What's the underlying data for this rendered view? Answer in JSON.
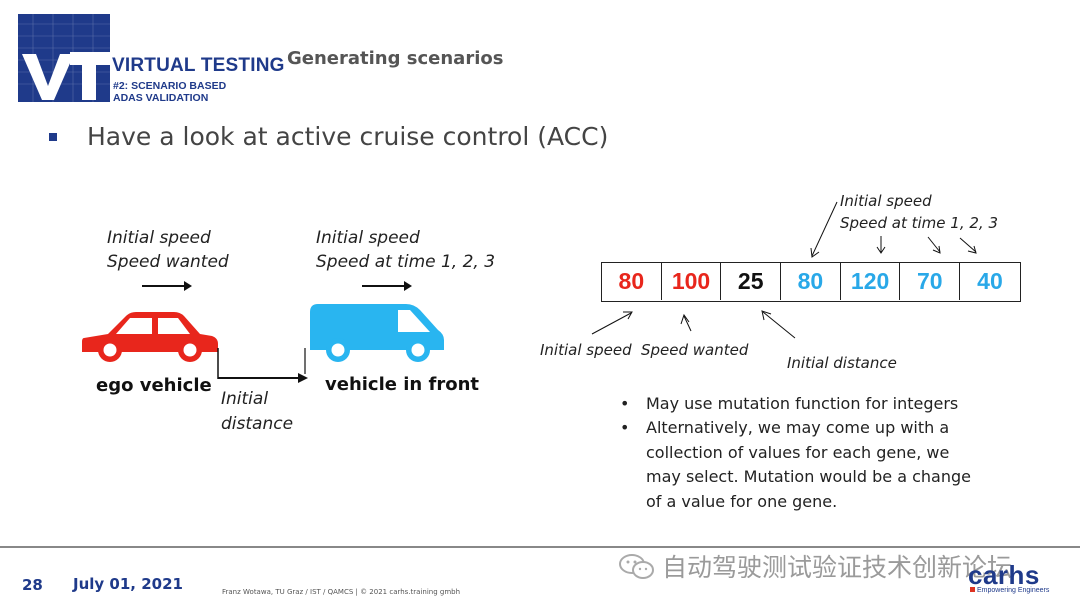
{
  "header": {
    "logo_letters": "VT",
    "brand_title": "VIRTUAL TESTING",
    "brand_sub_line1": "#2: SCENARIO BASED",
    "brand_sub_line2": "ADAS VALIDATION",
    "section_title": "Generating scenarios"
  },
  "headline": "Have a look at active cruise control (ACC)",
  "scene": {
    "ego_param_1": "Initial speed",
    "ego_param_2": "Speed wanted",
    "front_param_1": "Initial speed",
    "front_param_2": "Speed at time 1, 2, 3",
    "ego_label": "ego vehicle",
    "front_label": "vehicle in front",
    "distance_line1": "Initial",
    "distance_line2": "distance",
    "colors": {
      "ego_car": "#e8261c",
      "front_van": "#29b5f0"
    }
  },
  "genome": {
    "genes": [
      {
        "value": "80",
        "color": "#e8261c"
      },
      {
        "value": "100",
        "color": "#e8261c"
      },
      {
        "value": "25",
        "color": "#111111"
      },
      {
        "value": "80",
        "color": "#29a8e8"
      },
      {
        "value": "120",
        "color": "#29a8e8"
      },
      {
        "value": "70",
        "color": "#29a8e8"
      },
      {
        "value": "40",
        "color": "#29a8e8"
      }
    ],
    "top_label_1": "Initial speed",
    "top_label_2": "Speed at time 1, 2, 3",
    "bottom_label_1": "Initial speed",
    "bottom_label_2": "Speed wanted",
    "bottom_label_3": "Initial distance"
  },
  "notes": [
    "May use mutation function for integers",
    "Alternatively, we may come up with a collection of values for each gene, we may select. Mutation would be a change of a value for one gene."
  ],
  "footer": {
    "page_number": "28",
    "date": "July 01, 2021",
    "credits": "Franz Wotawa, TU Graz / IST / QAMCS | © 2021 carhs.training gmbh",
    "watermark": "自动驾驶测试验证技术创新论坛",
    "carhs_logo": "carhs",
    "carhs_tagline": "Empowering Engineers"
  }
}
